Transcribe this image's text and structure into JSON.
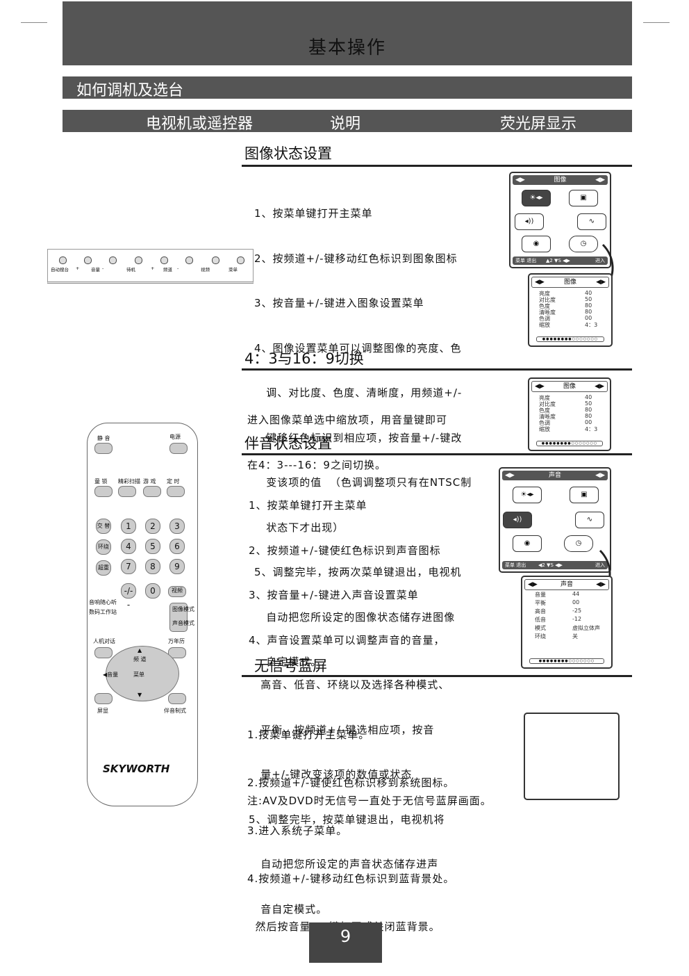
{
  "header": {
    "title": "基本操作",
    "section": "如何调机及选台"
  },
  "columns": {
    "col1": "电视机或遥控器",
    "col2": "说明",
    "col3": "荧光屏显示"
  },
  "picture": {
    "title": "图像状态设置",
    "steps": [
      "1、按菜单键打开主菜单",
      "2、按频道+/-键移动红色标识到图象图标",
      "3、按音量+/-键进入图象设置菜单",
      "4、图像设置菜单可以调整图像的亮度、色",
      "   调、对比度、色度、清晰度，用频道+/-",
      "   键移红色标识到相应项，按音量+/-键改",
      "   变该项的值  （色调调整项只有在NTSC制",
      "   状态下才出现）",
      "5、调整完毕，按两次菜单键退出，电视机",
      "   自动把您所设定的图像状态储存进图像",
      "   自定模式。"
    ]
  },
  "aspect": {
    "title": "4：3与16：9切换",
    "text": [
      "进入图像菜单选中缩放项，用音量键即可",
      "在4：3---16：9之间切换。"
    ]
  },
  "sound": {
    "title": "伴音状态设置",
    "steps": [
      "1、按菜单键打开主菜单",
      "2、按频道+/-键使红色标识到声音图标",
      "3、按音量+/-键进入声音设置菜单",
      "4、声音设置菜单可以调整声音的音量，",
      "   高音、低音、环绕以及选择各种模式、",
      "   平衡，按频道+/-键选相应项，按音",
      "   量+/-键改变该项的数值或状态",
      "5、调整完毕，按菜单键退出，电视机将",
      "   自动把您所设定的声音状态储存进声",
      "   音自定模式。"
    ]
  },
  "bluescreen": {
    "title": "无信号蓝屏",
    "steps": [
      "1.按菜单键打开主菜单。",
      "2.按频道+/-键使红色标识移到系统图标。",
      "3.进入系统子菜单。",
      "4.按频道+/-键移动红色标识到蓝背景处。",
      "  然后按音量+/-键打开或关闭蓝背景。"
    ],
    "note": "注:AV及DVD时无信号一直处于无信号蓝屏画面。"
  },
  "panel": {
    "labels": [
      "自动搜台",
      "+",
      "音量",
      "-",
      "待机",
      "+",
      "频道",
      "-",
      "视频",
      "菜单"
    ]
  },
  "osd_picture_main": {
    "head": "图像",
    "foot_left": "菜单 退出",
    "foot_right": "进入"
  },
  "osd_picture_sub": {
    "head": "图像",
    "rows": [
      [
        "亮度",
        "40"
      ],
      [
        "对比度",
        "50"
      ],
      [
        "色度",
        "80"
      ],
      [
        "清晰度",
        "80"
      ],
      [
        "色调",
        "00"
      ],
      [
        "缩放",
        "4：3"
      ]
    ]
  },
  "osd_aspect": {
    "head": "图像",
    "rows": [
      [
        "亮度",
        "40"
      ],
      [
        "对比度",
        "50"
      ],
      [
        "色度",
        "80"
      ],
      [
        "清晰度",
        "80"
      ],
      [
        "色调",
        "00"
      ],
      [
        "缩放",
        "4：3"
      ]
    ]
  },
  "osd_sound_main": {
    "head": "声音",
    "foot_left": "菜单 退出",
    "foot_right": "进入"
  },
  "osd_sound_sub": {
    "head": "声音",
    "rows": [
      [
        "音量",
        "44"
      ],
      [
        "平衡",
        "00"
      ],
      [
        "高音",
        "-25"
      ],
      [
        "低音",
        "-12"
      ],
      [
        "模式",
        "虚拟立体声"
      ],
      [
        "环绕",
        "关"
      ]
    ]
  },
  "remote": {
    "mute": "静 音",
    "power": "电源",
    "row2": [
      "童 锁",
      "精彩扫描",
      "游 戏",
      "定 时"
    ],
    "side": [
      "交 替",
      "环绕",
      "超重"
    ],
    "nums": [
      "1",
      "2",
      "3",
      "4",
      "5",
      "6",
      "7",
      "8",
      "9",
      "-/- -",
      "0"
    ],
    "video": "视频",
    "music": "音响随心听",
    "digital": "数码工作站",
    "picmode": "图像模式",
    "soundmode": "声音模式",
    "dialog": "人机对话",
    "calendar": "万年历",
    "ch": "频 道",
    "vol": "音量",
    "menu": "菜单",
    "display": "屏显",
    "sound_fmt": "伴音制式",
    "brand": "SKYWORTH"
  },
  "page_number": "9"
}
